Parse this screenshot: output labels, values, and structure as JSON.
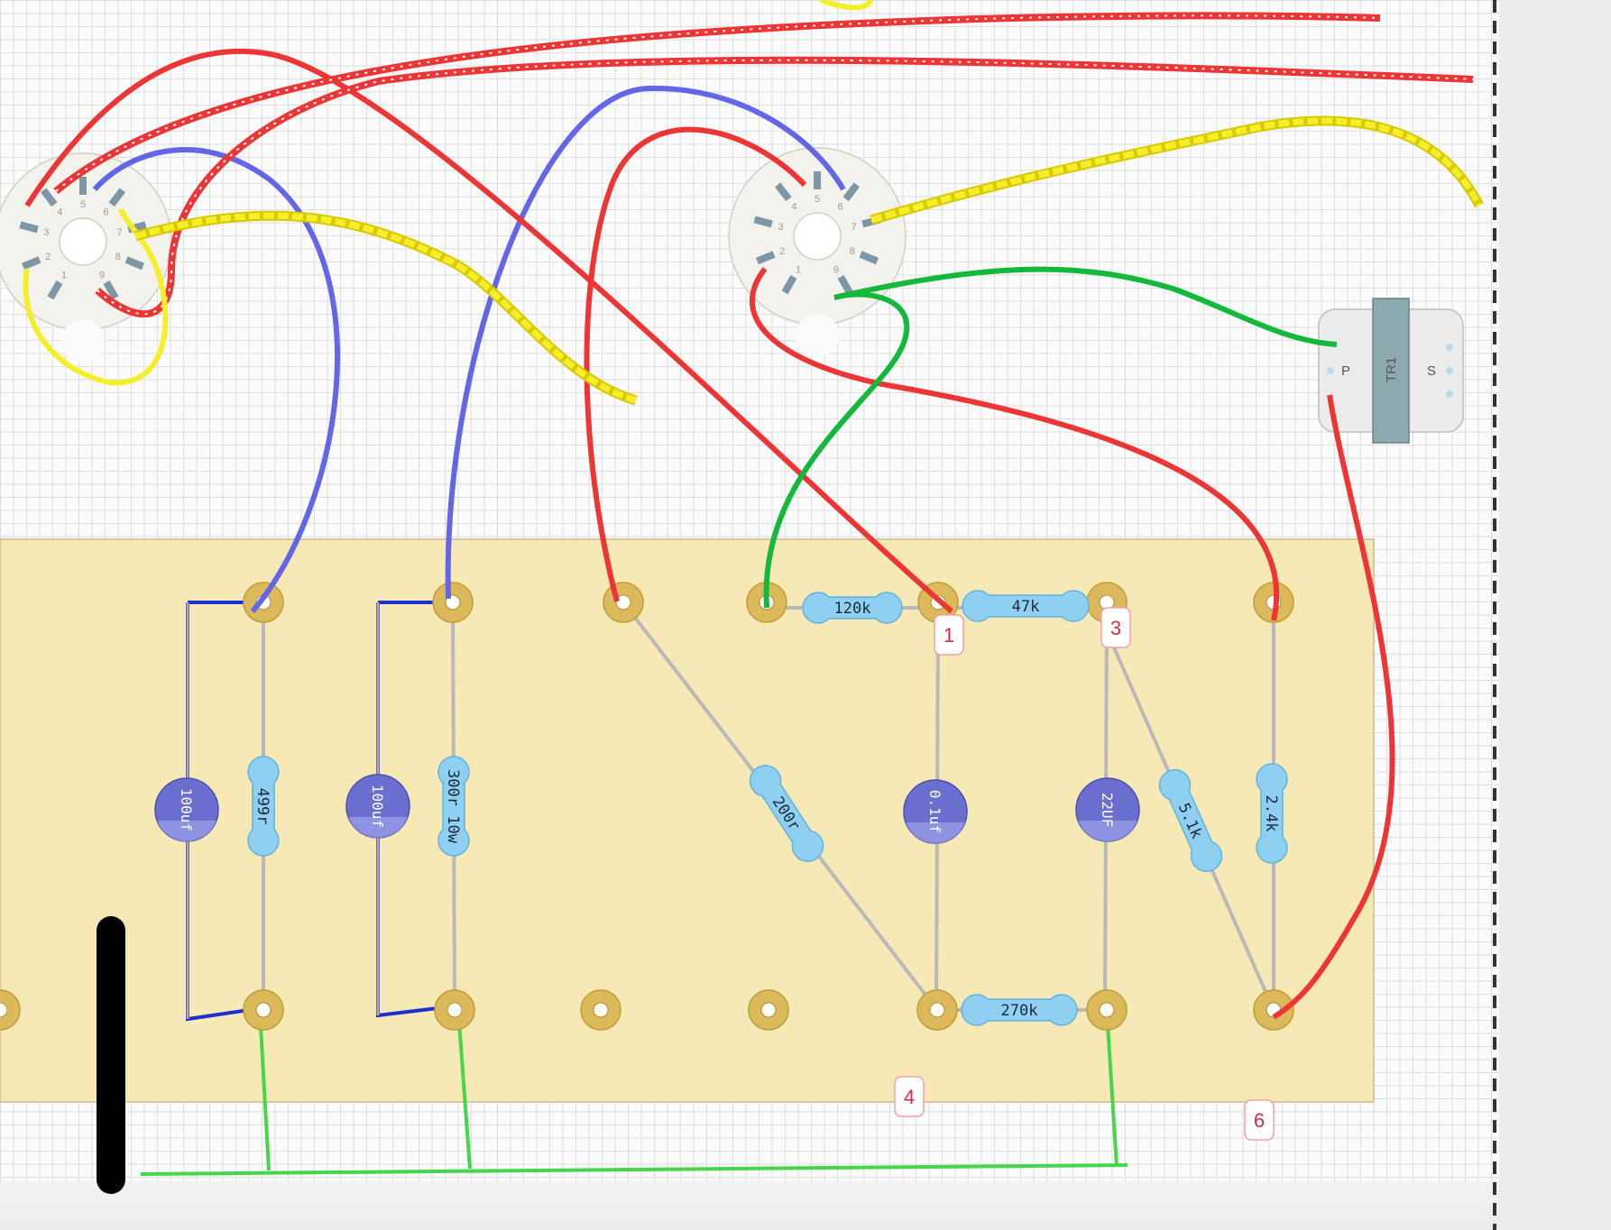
{
  "components": {
    "resistors": [
      {
        "id": "r-499r",
        "label": "499r"
      },
      {
        "id": "r-300r",
        "label": "300r 10w"
      },
      {
        "id": "r-200r",
        "label": "200r"
      },
      {
        "id": "r-120k",
        "label": "120k"
      },
      {
        "id": "r-47k",
        "label": "47k"
      },
      {
        "id": "r-270k",
        "label": "270k"
      },
      {
        "id": "r-5k1",
        "label": "5.1k"
      },
      {
        "id": "r-2k4",
        "label": "2.4k"
      }
    ],
    "capacitors": [
      {
        "id": "c1",
        "label": "100uf"
      },
      {
        "id": "c2",
        "label": "100uf"
      },
      {
        "id": "c3",
        "label": "0.1uf"
      },
      {
        "id": "c4",
        "label": "22UF"
      }
    ],
    "tube_sockets": [
      {
        "id": "v1",
        "pins": [
          "1",
          "2",
          "3",
          "4",
          "5",
          "6",
          "7",
          "8",
          "9"
        ]
      },
      {
        "id": "v2",
        "pins": [
          "1",
          "2",
          "3",
          "4",
          "5",
          "6",
          "7",
          "8",
          "9"
        ]
      }
    ],
    "transformer": {
      "name": "TR1",
      "primary": "P",
      "secondary": "S"
    }
  },
  "tags": [
    "1",
    "3",
    "4",
    "6"
  ],
  "colors": {
    "board": "#f7e9b6",
    "wire_red": "#ee3535",
    "wire_blue": "#6366e6",
    "wire_green": "#14b83a",
    "wire_yellow": "#f5ee2a",
    "ground_bus": "#45d64c",
    "resistor": "#8fd0f2",
    "capacitor": "#6a6fcf",
    "eyelet": "#dcb95a"
  }
}
